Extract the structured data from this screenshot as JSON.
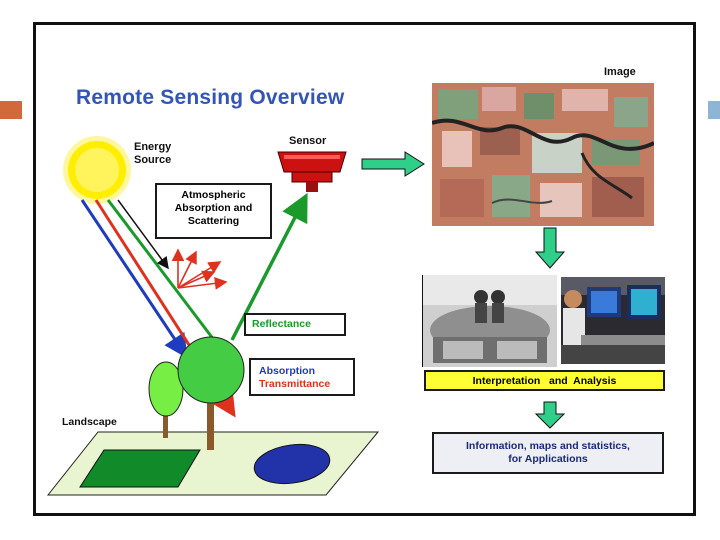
{
  "title": "Remote Sensing Overview",
  "energy_source": {
    "line1": "Energy",
    "line2": "Source"
  },
  "sensor_label": "Sensor",
  "image_label": "Image",
  "atmospheric": {
    "line1": "Atmospheric",
    "line2": "Absorption and",
    "line3": "Scattering"
  },
  "reflectance": "Reflectance",
  "absorption": "Absorption",
  "transmittance": "Transmittance",
  "landscape": "Landscape",
  "interpretation": "Interpretation   and  Analysis",
  "information": {
    "line1": "Information, maps and statistics,",
    "line2": "for Applications"
  },
  "colors": {
    "title": "#3355b8",
    "sun": "#ffee00",
    "ray_blue": "#1f3bbf",
    "ray_red": "#e0301e",
    "ray_green": "#1a9a2a",
    "arrow_teal": "#2fcf8a",
    "interpretation_fill": "#ffff33",
    "information_fill": "#eeeef5",
    "field": "#e8f5d0",
    "tree": "#44cc44",
    "lake": "#2233aa",
    "sensor": "#cc1111"
  }
}
